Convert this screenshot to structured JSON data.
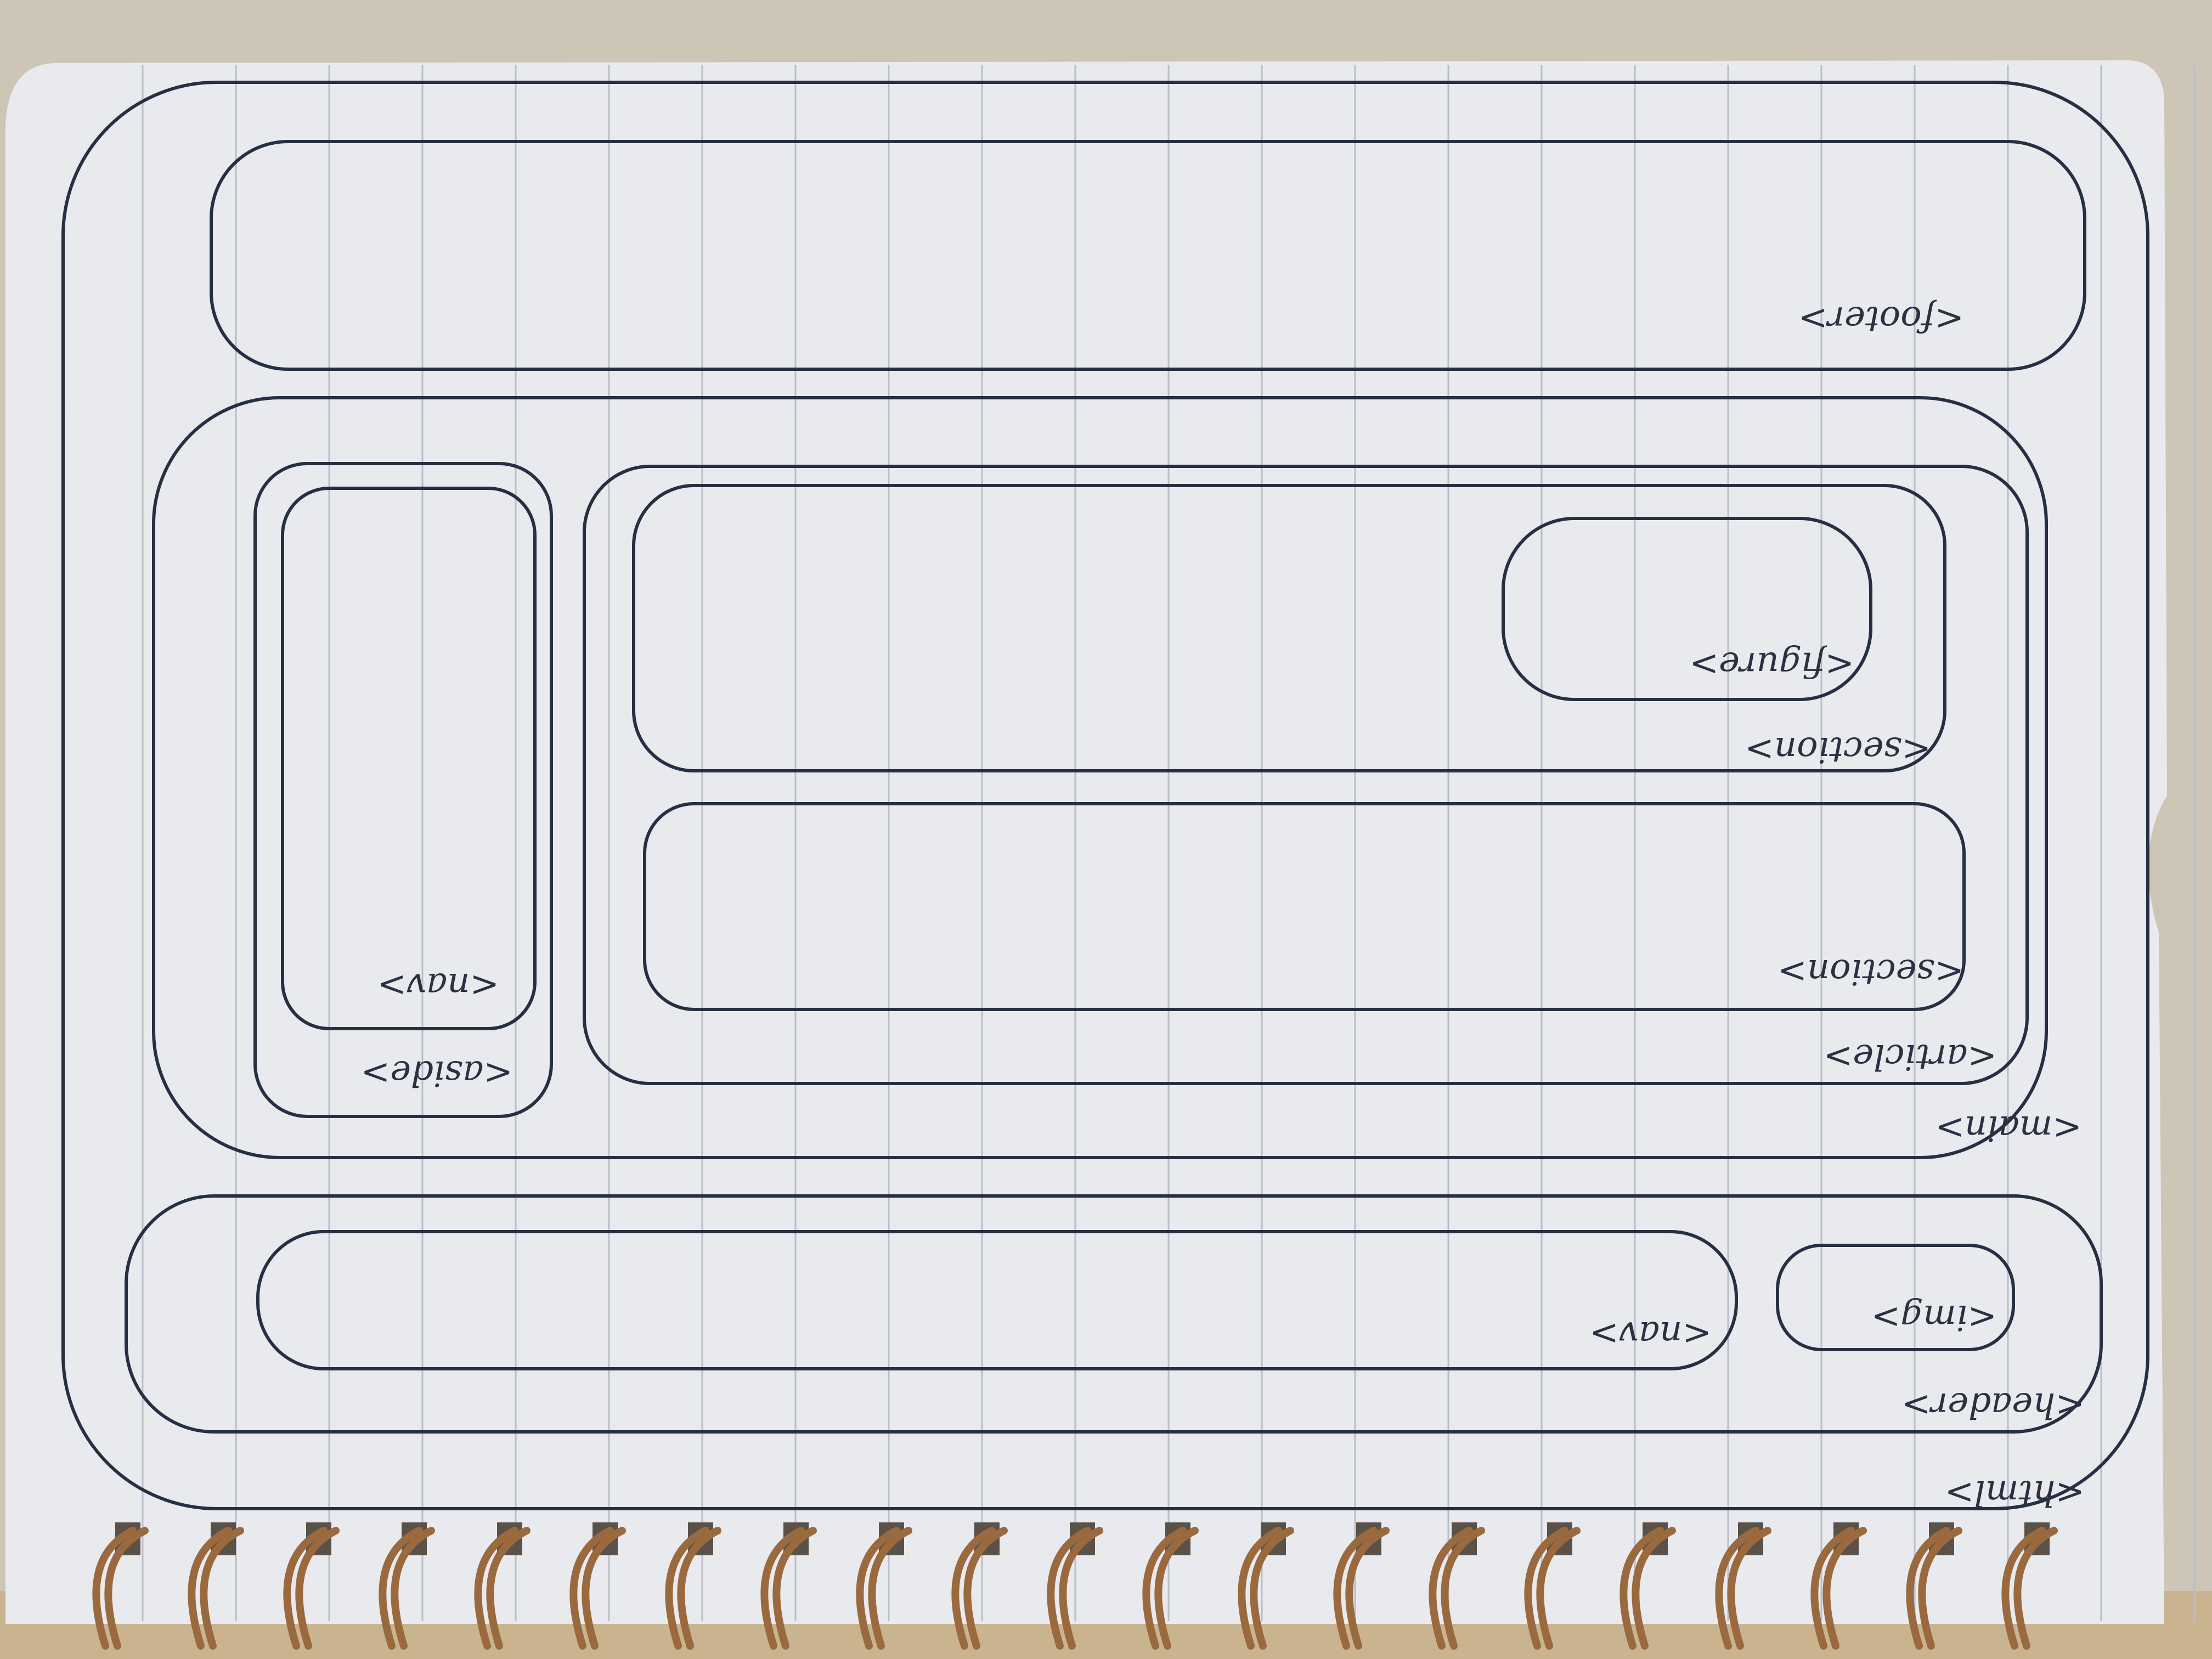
{
  "diagram": {
    "orientation": "upside-down",
    "ink_color": "#263042",
    "paper_color": "#e9eaee",
    "rule_color": "#b9bdc8",
    "ring_color": "#9a6a3e",
    "labels": {
      "html": "<html>",
      "header": "<header>",
      "img": "<img>",
      "header_nav": "<nav>",
      "main": "<main>",
      "aside": "<aside>",
      "aside_nav": "<nav>",
      "article": "<article>",
      "section_top": "<section>",
      "figure": "<figure>",
      "section_bottom": "<section>",
      "footer": "<footer>"
    }
  }
}
